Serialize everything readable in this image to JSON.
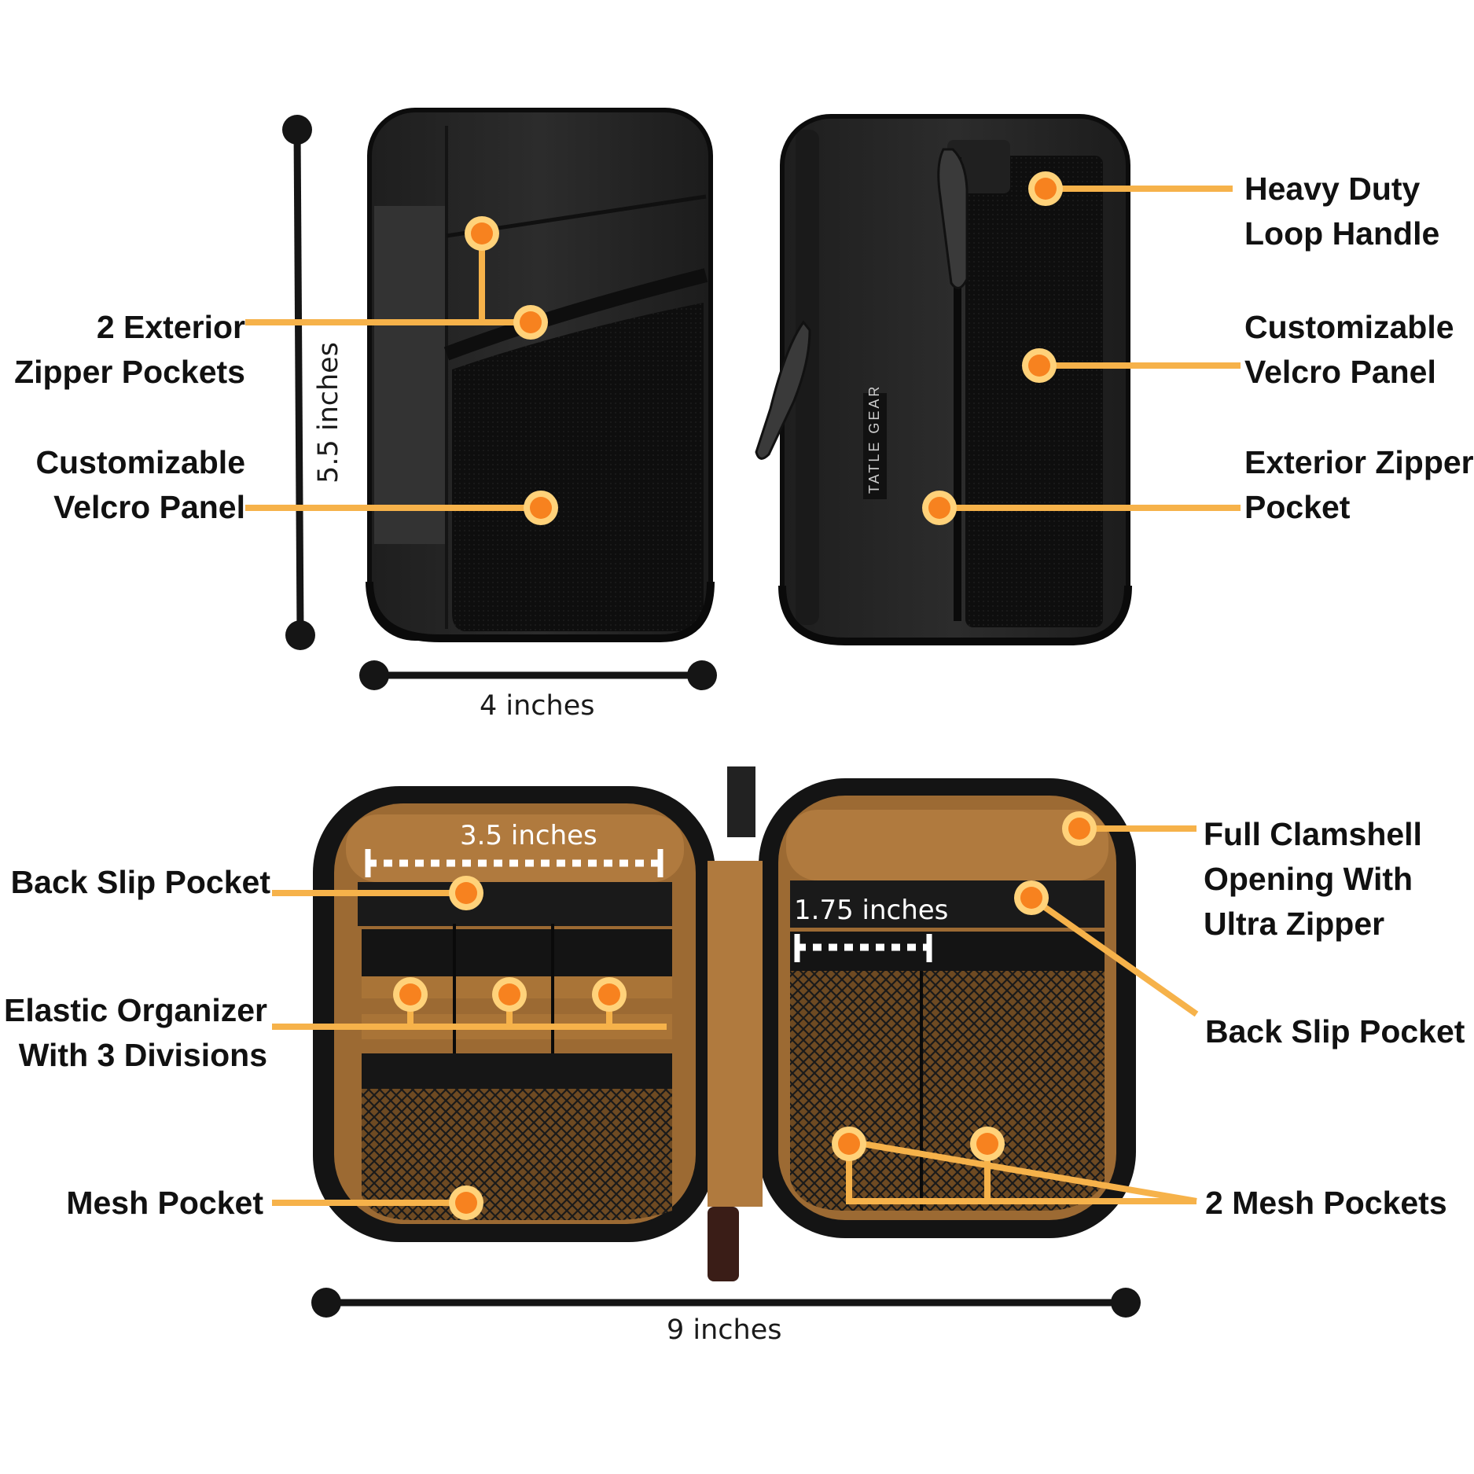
{
  "brand": "TATLE GEAR",
  "colors": {
    "accent": "#f6b24a",
    "dot": "#f7821f",
    "dot_ring": "#ffd27a",
    "ink": "#111111",
    "pouch": "#262626",
    "velcro": "#0f0f0f",
    "lining": "#9c6a33"
  },
  "dimensions": {
    "height": "5.5 inches",
    "width": "4 inches",
    "open_width": "9 inches",
    "organizer_width": "3.5 inches",
    "mesh_width": "1.75 inches"
  },
  "labels": {
    "ext_pockets": [
      "2 Exterior",
      "Zipper Pockets"
    ],
    "velcro_left": [
      "Customizable",
      "Velcro Panel"
    ],
    "loop_handle": [
      "Heavy Duty",
      "Loop Handle"
    ],
    "velcro_right": [
      "Customizable",
      "Velcro Panel"
    ],
    "ext_zip_pocket": [
      "Exterior Zipper",
      "Pocket"
    ],
    "back_slip_left": "Back Slip Pocket",
    "elastic": [
      "Elastic Organizer",
      "With 3 Divisions"
    ],
    "mesh_left": "Mesh Pocket",
    "clamshell": [
      "Full Clamshell",
      "Opening With",
      "Ultra Zipper"
    ],
    "back_slip_right": "Back Slip Pocket",
    "mesh_right": "2 Mesh Pockets"
  },
  "icons": {
    "callout": "callout-dot-icon",
    "zipper": "zipper-pull-icon"
  }
}
